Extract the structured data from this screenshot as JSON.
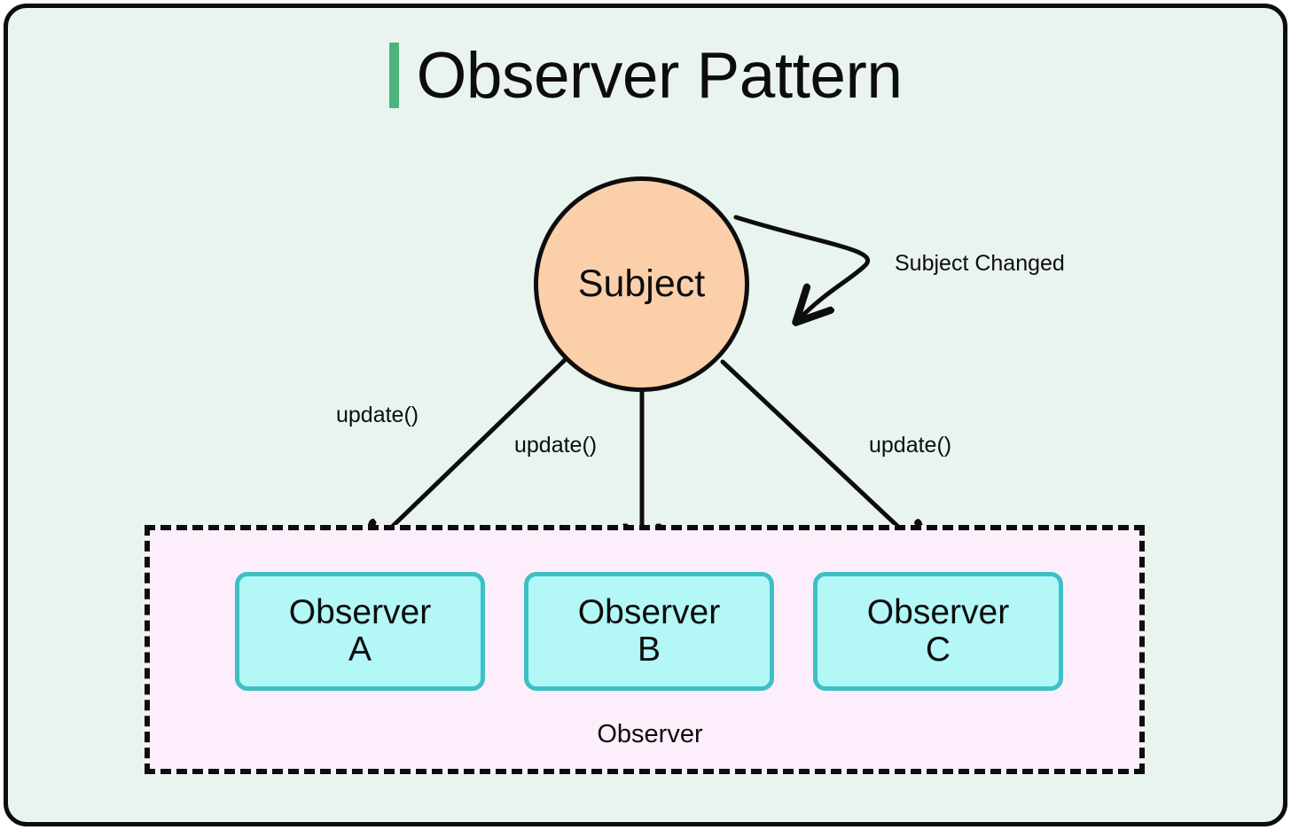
{
  "title": {
    "text": "Observer Pattern",
    "accent_color": "#4cb37a"
  },
  "colors": {
    "page_background": "#e9f4ef",
    "frame_border": "#0d0d0d",
    "subject_fill": "#fccfab",
    "observer_fill": "#b3f7f7",
    "observer_border": "#3dc0c5",
    "group_fill": "#fdeefb",
    "group_border": "#0d0d0d",
    "edge": "#0d0d0d"
  },
  "diagram": {
    "type": "uml-observer-pattern",
    "subject": {
      "label": "Subject",
      "shape": "circle"
    },
    "self_loop": {
      "label": "Subject Changed"
    },
    "edges": [
      {
        "from": "Subject",
        "to": "Observer A",
        "label": "update()"
      },
      {
        "from": "Subject",
        "to": "Observer B",
        "label": "update()"
      },
      {
        "from": "Subject",
        "to": "Observer C",
        "label": "update()"
      }
    ],
    "observer_group": {
      "caption": "Observer",
      "border_style": "dashed",
      "items": [
        {
          "line1": "Observer",
          "line2": "A"
        },
        {
          "line1": "Observer",
          "line2": "B"
        },
        {
          "line1": "Observer",
          "line2": "C"
        }
      ]
    }
  }
}
